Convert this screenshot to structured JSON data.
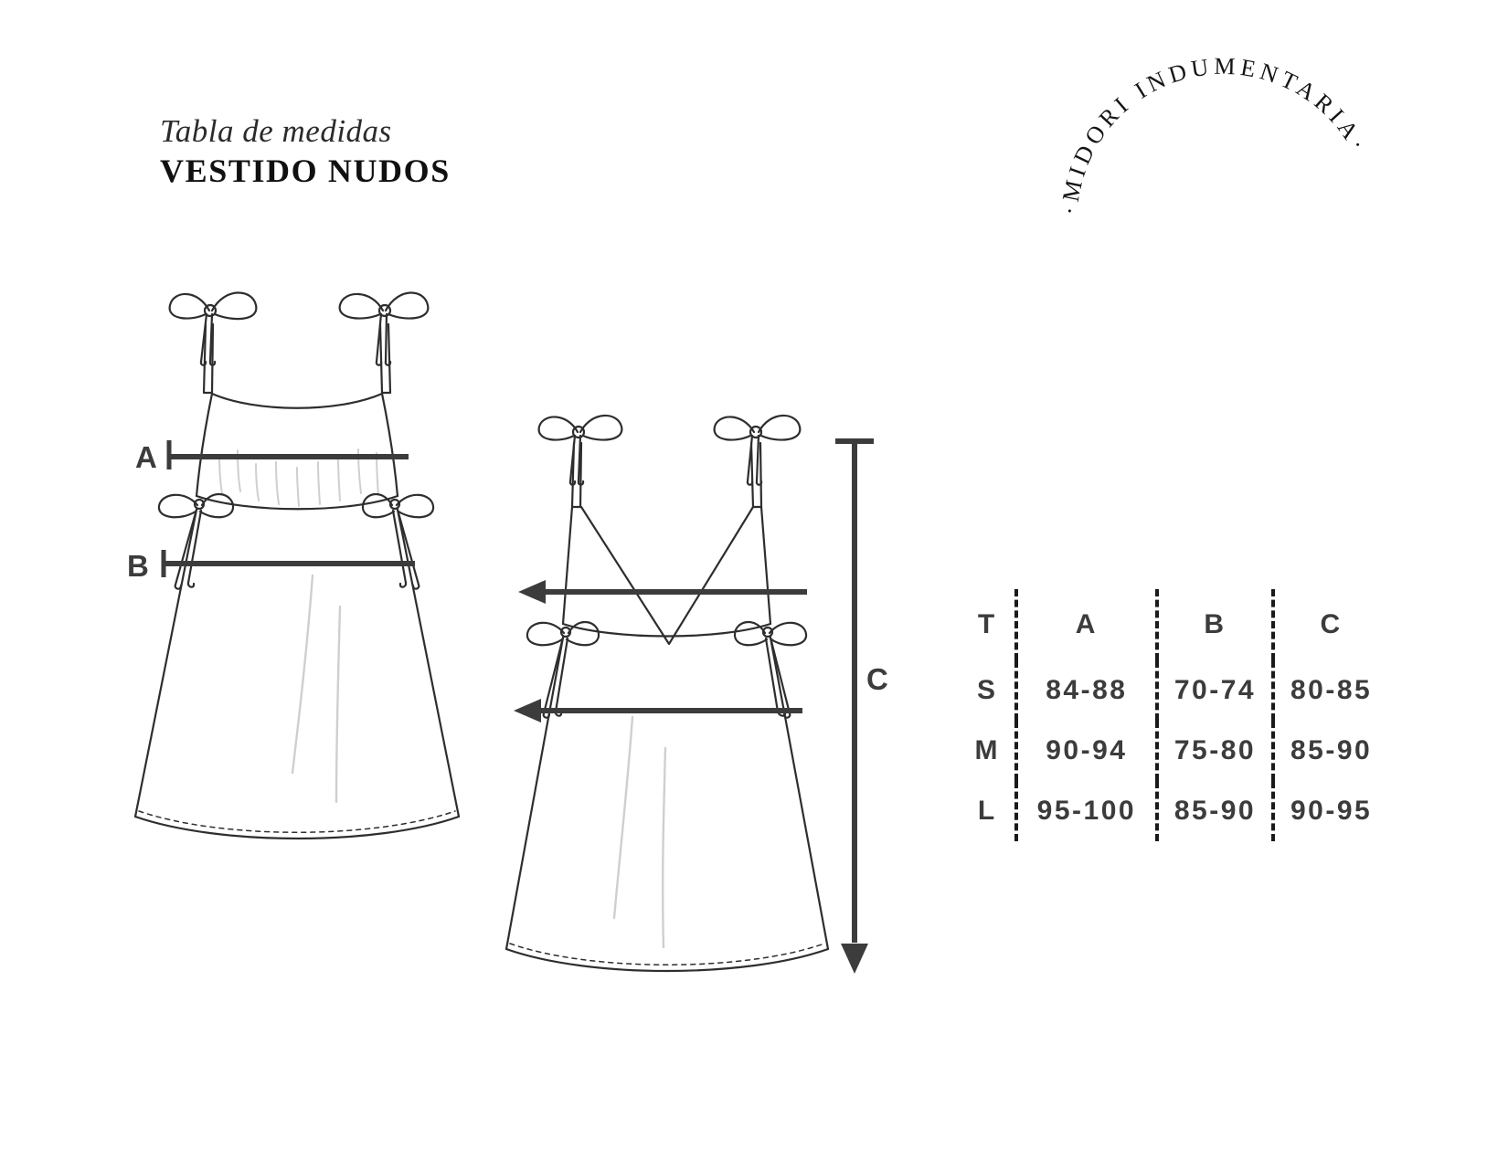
{
  "title": {
    "eyebrow": "Tabla de medidas",
    "main": "VESTIDO NUDOS"
  },
  "logo": {
    "text": "·MIDORI INDUMENTARIA·",
    "brand": "MIDORI",
    "suffix": "INDUMENTARIA",
    "color": "#141414"
  },
  "measurements": {
    "a_label": "A",
    "b_label": "B",
    "c_label": "C"
  },
  "drawings": {
    "front_view_name": "vestido-front-view",
    "back_view_name": "vestido-back-view",
    "stroke_color": "#2e2e2e",
    "measure_color": "#3c3c3c"
  },
  "chart_data": {
    "type": "table",
    "title": "Tabla de medidas - VESTIDO NUDOS",
    "columns": [
      "T",
      "A",
      "B",
      "C"
    ],
    "rows": [
      {
        "size": "S",
        "A": "84-88",
        "B": "70-74",
        "C": "80-85"
      },
      {
        "size": "M",
        "A": "90-94",
        "B": "75-80",
        "C": "85-90"
      },
      {
        "size": "L",
        "A": "95-100",
        "B": "85-90",
        "C": "90-95"
      }
    ]
  },
  "table": {
    "headers": {
      "t": "T",
      "a": "A",
      "b": "B",
      "c": "C"
    },
    "rows": [
      {
        "size": "S",
        "a": "84-88",
        "b": "70-74",
        "c": "80-85"
      },
      {
        "size": "M",
        "a": "90-94",
        "b": "75-80",
        "c": "85-90"
      },
      {
        "size": "L",
        "a": "95-100",
        "b": "85-90",
        "c": "90-95"
      }
    ]
  }
}
